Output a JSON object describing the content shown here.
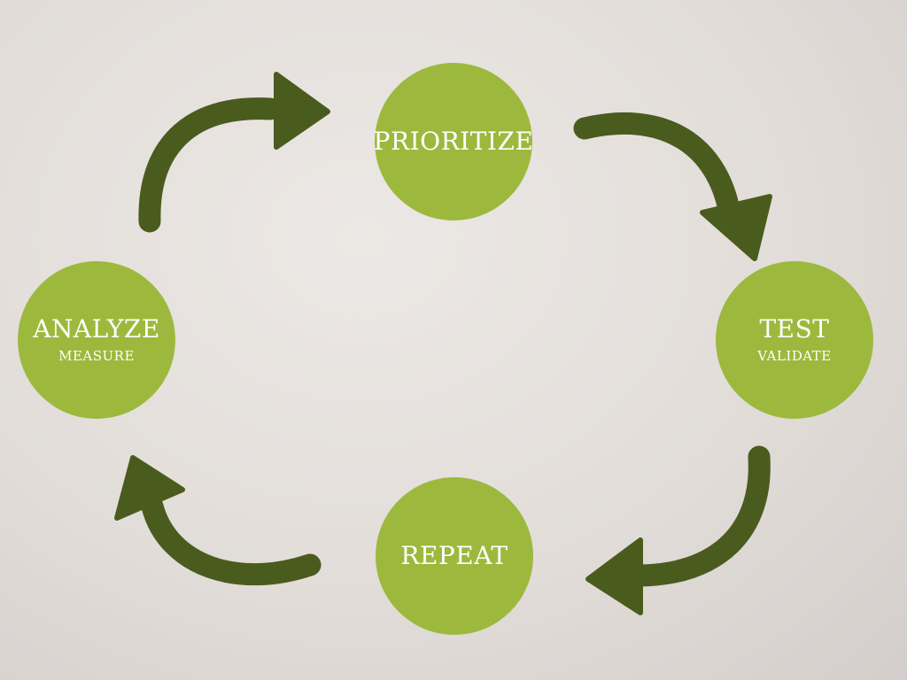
{
  "colors": {
    "node_fill": "#9cb93d",
    "arrow_fill": "#4a5b1e",
    "text": "#ffffff"
  },
  "nodes": {
    "prioritize": {
      "title": "PRIORITIZE",
      "subtitle": ""
    },
    "test": {
      "title": "TEST",
      "subtitle": "VALIDATE"
    },
    "repeat": {
      "title": "REPEAT",
      "subtitle": ""
    },
    "analyze": {
      "title": "ANALYZE",
      "subtitle": "MEASURE"
    }
  },
  "flow": [
    "prioritize",
    "test",
    "repeat",
    "analyze"
  ]
}
